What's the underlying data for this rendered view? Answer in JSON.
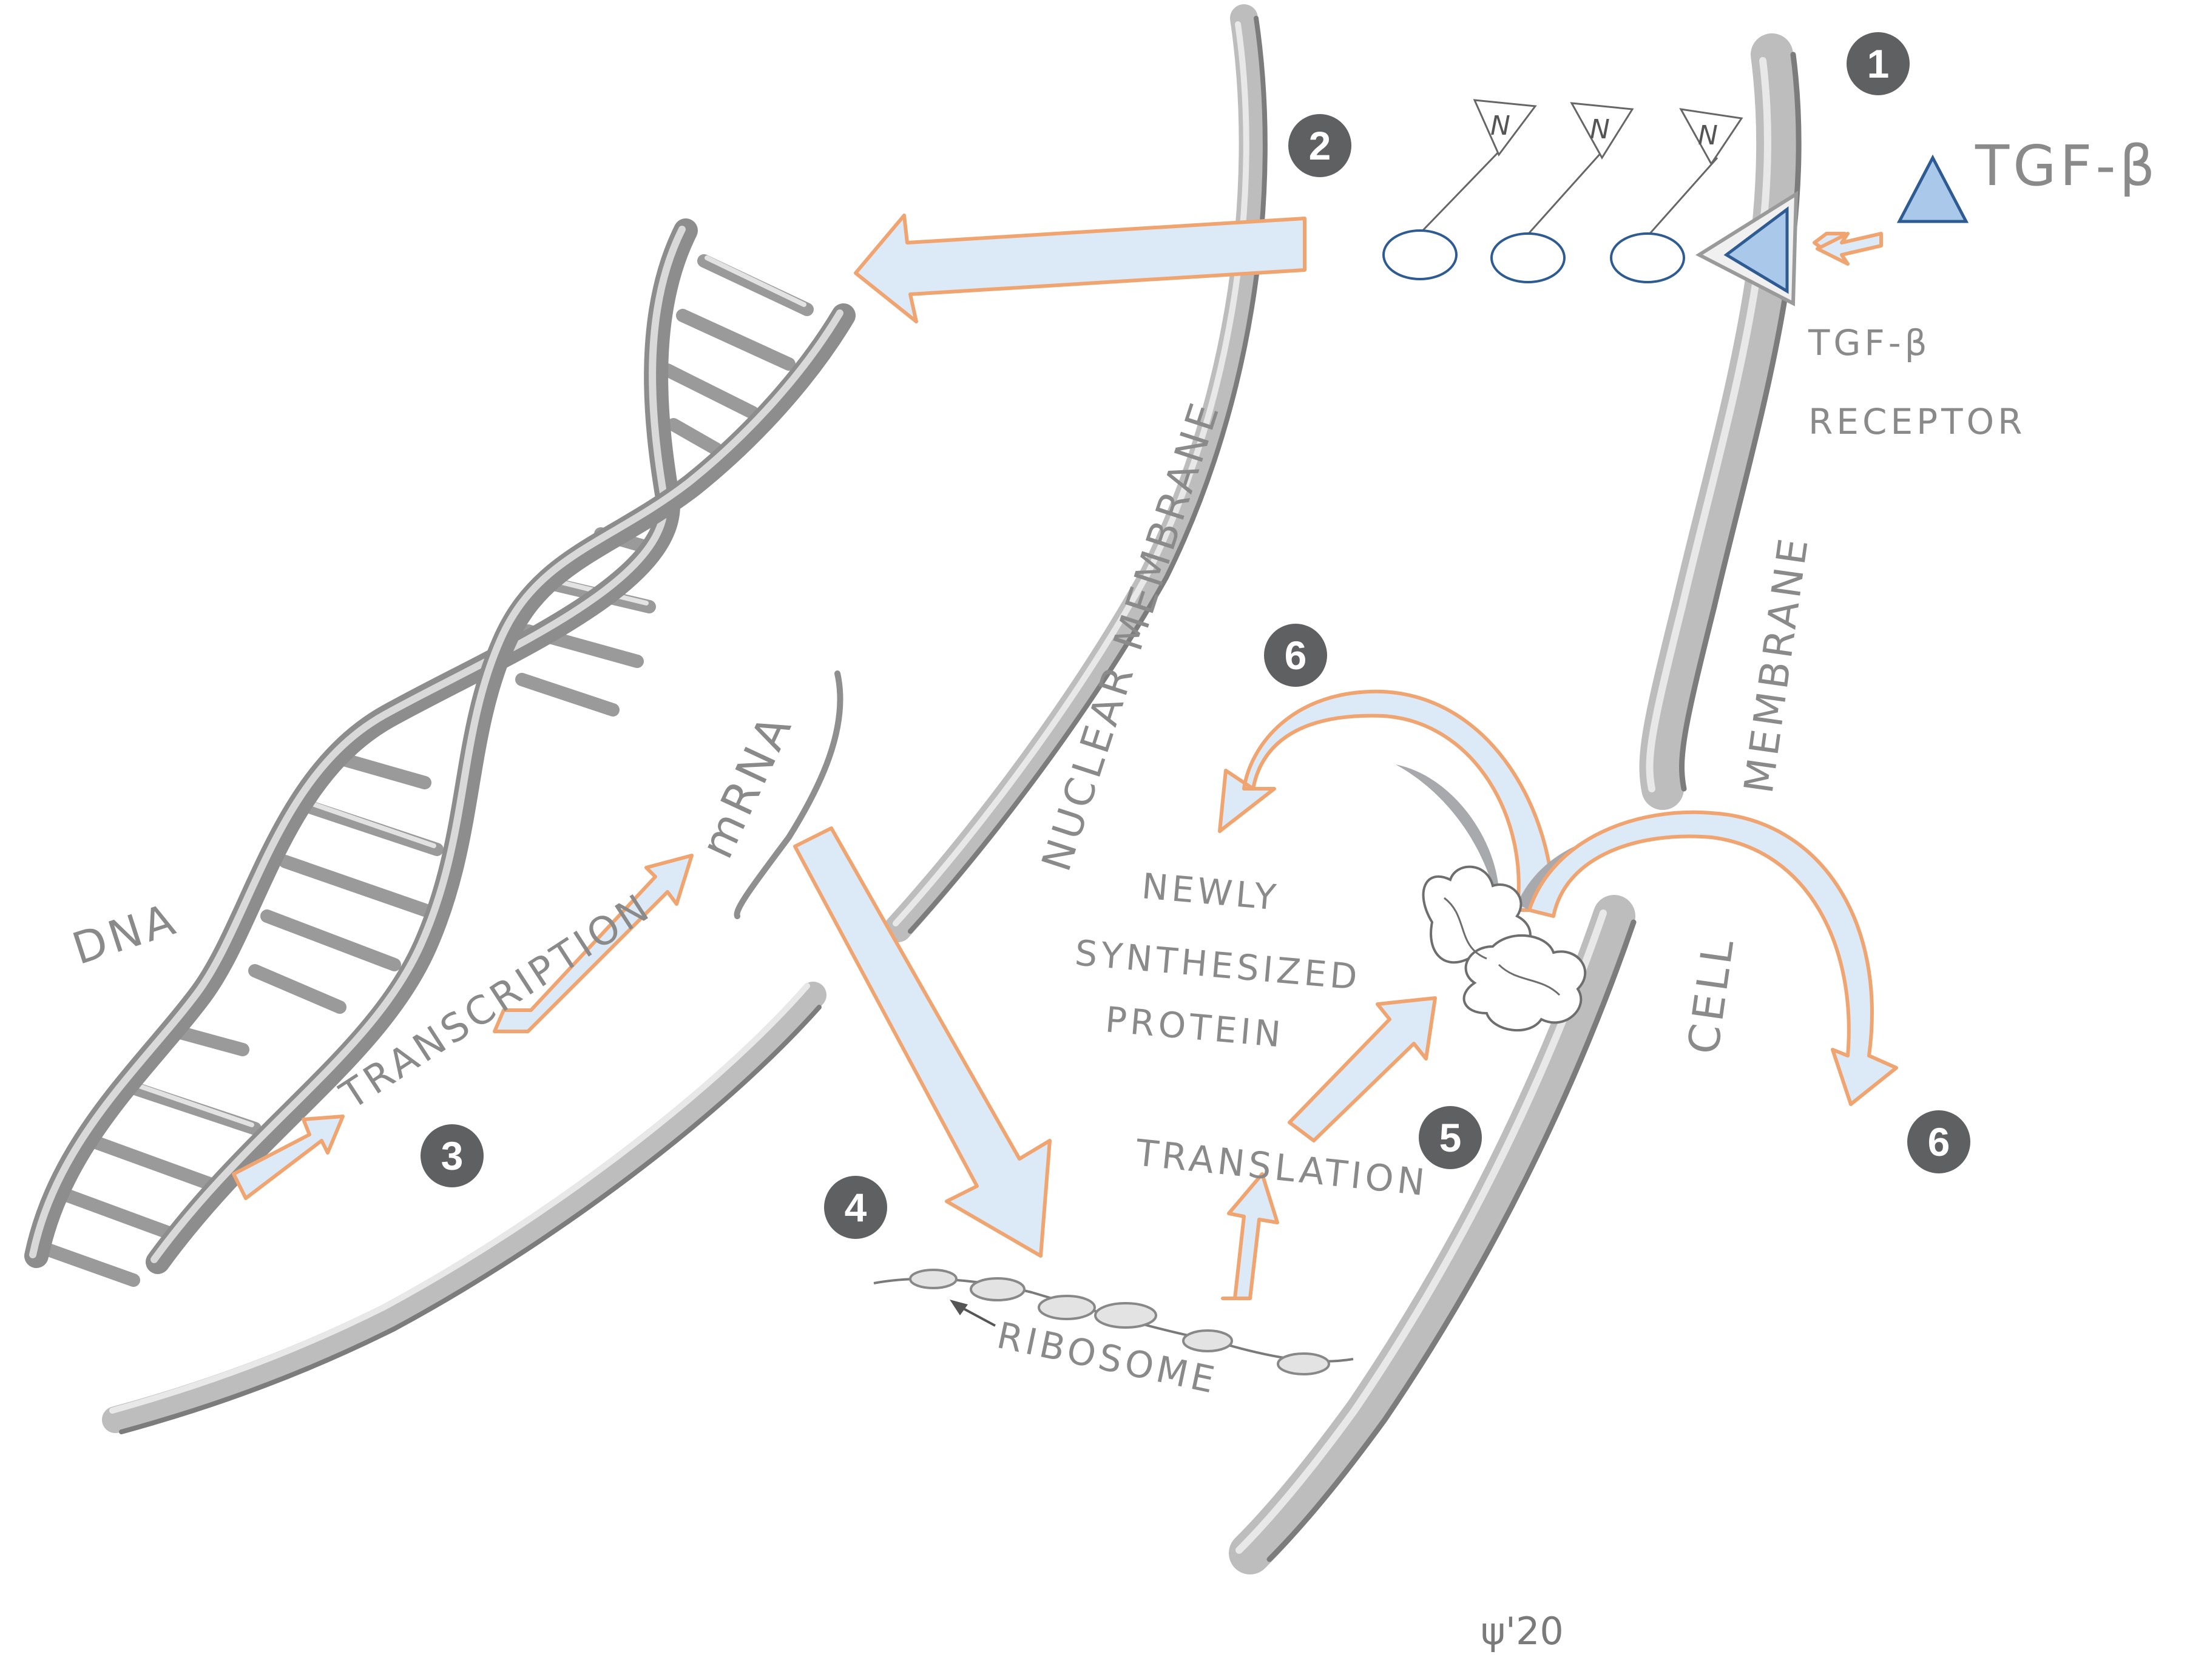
{
  "labels": {
    "tgf_beta": "TGF-β",
    "tgf_beta_receptor_line1": "TGF-β",
    "tgf_beta_receptor_line2": "RECEPTOR",
    "cell_membrane_cell": "CELL",
    "cell_membrane_membrane": "MEMBRANE",
    "nuclear_membrane": "NUCLEAR MEMBRANE",
    "dna": "DNA",
    "transcription": "TRANSCRIPTION",
    "mrna": "mRNA",
    "ribosome": "RIBOSOME",
    "translation": "TRANSLATION",
    "newly": "NEWLY",
    "synthesized": "SYNTHESIZED",
    "protein": "PROTEIN",
    "smad_n": "N",
    "signature": "ψ'20"
  },
  "steps": {
    "s1": "1",
    "s2": "2",
    "s3": "3",
    "s4": "4",
    "s5": "5",
    "s6a": "6",
    "s6b": "6"
  },
  "colors": {
    "arrow_fill": "#dce9f6",
    "arrow_stroke": "#f0a470",
    "badge": "#5f6062",
    "tgf_beta": "#a9c8ea",
    "smad_outline": "#2e5b92",
    "pencil": "#8a8a8a"
  }
}
